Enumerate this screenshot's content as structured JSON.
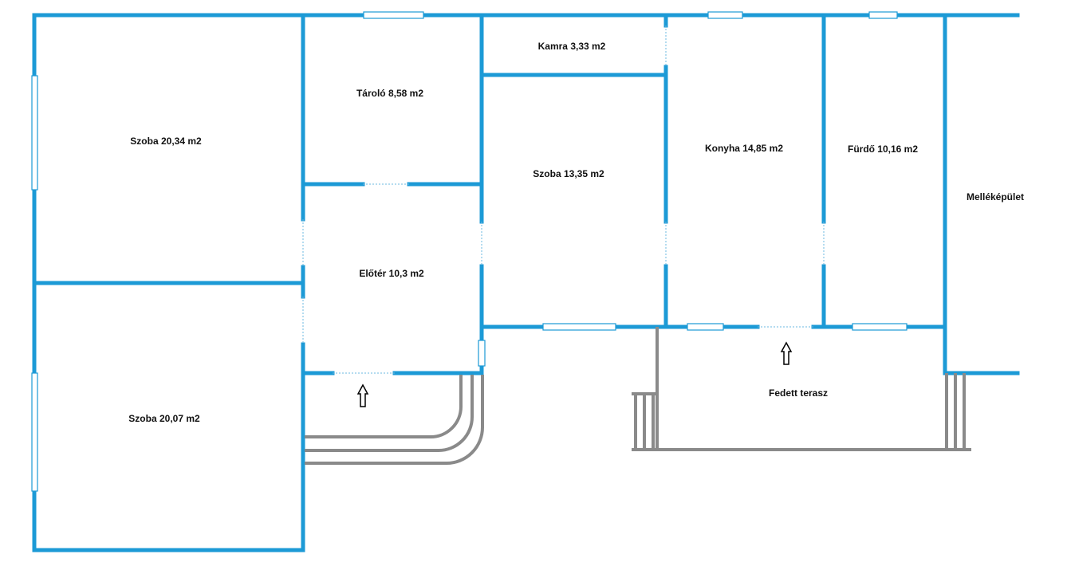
{
  "rooms": {
    "szoba_1": "Szoba 20,34 m2",
    "szoba_2": "Szoba 20,07 m2",
    "tarolo": "Tároló 8,58 m2",
    "eloter": "Előtér 10,3 m2",
    "kamra": "Kamra 3,33 m2",
    "szoba_3": "Szoba 13,35 m2",
    "konyha": "Konyha 14,85 m2",
    "furdo": "Fürdő 10,16 m2",
    "mellekepulet": "Melléképület",
    "terasz": "Fedett terasz"
  },
  "colors": {
    "wall": "#1c9ad6",
    "steps": "#8a8a8a"
  },
  "icons": {
    "entrance_1": "up-arrow-icon",
    "entrance_2": "up-arrow-icon"
  }
}
